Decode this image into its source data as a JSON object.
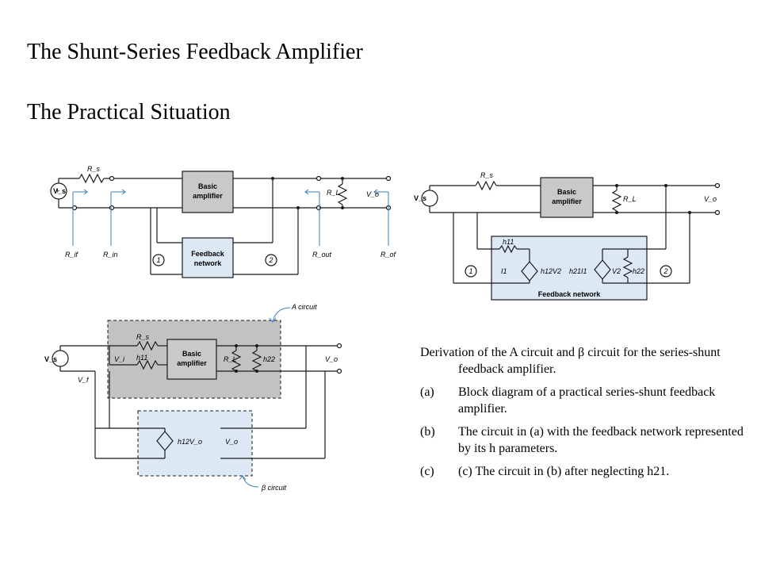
{
  "title": "The Shunt-Series Feedback Amplifier",
  "subtitle": "The Practical Situation",
  "diagram_a": {
    "rs": "R_s",
    "vs": "V_s",
    "basic_amplifier": [
      "Basic",
      "amplifier"
    ],
    "feedback_network": [
      "Feedback",
      "network"
    ],
    "rl": "R_L",
    "vo": "V_o",
    "rif": "R_if",
    "rin": "R_in",
    "rout": "R_out",
    "rof": "R_of",
    "port1": "1",
    "port2": "2"
  },
  "diagram_b": {
    "rs": "R_s",
    "vs": "V_s",
    "basic_amplifier": [
      "Basic",
      "amplifier"
    ],
    "rl": "R_L",
    "vo": "V_o",
    "h11": "h11",
    "i1": "I1",
    "h12v2": "h12V2",
    "h21i1": "h21I1",
    "v2": "V2",
    "h22": "h22",
    "feedback_network": "Feedback network",
    "port1": "1",
    "port2": "2"
  },
  "diagram_c": {
    "a_circuit": "A circuit",
    "beta_circuit": "β circuit",
    "rs": "R_s",
    "h11": "h11",
    "vi": "V_i",
    "vs": "V_s",
    "vf": "V_f",
    "basic_amplifier": [
      "Basic",
      "amplifier"
    ],
    "rl": "R_L",
    "h22": "h22",
    "vo": "V_o",
    "h12vo": "h12V_o"
  },
  "caption": {
    "main": "Derivation of the A circuit and β circuit for the series-shunt feedback amplifier.",
    "items": [
      {
        "tag": "(a)",
        "text": "Block diagram of a practical series-shunt feedback amplifier."
      },
      {
        "tag": "(b)",
        "text": "The circuit in (a) with the feedback network represented by its h parameters."
      },
      {
        "tag": "(c)",
        "text": "(c) The circuit in (b) after neglecting h21."
      }
    ]
  },
  "colors": {
    "line": "#1a1a1a",
    "accent_blue": "#3a7fc4",
    "box_fill": "#c9c9c9",
    "a_circuit_fill": "#c2c2c2",
    "feedback_fill": "#dce9f5"
  }
}
